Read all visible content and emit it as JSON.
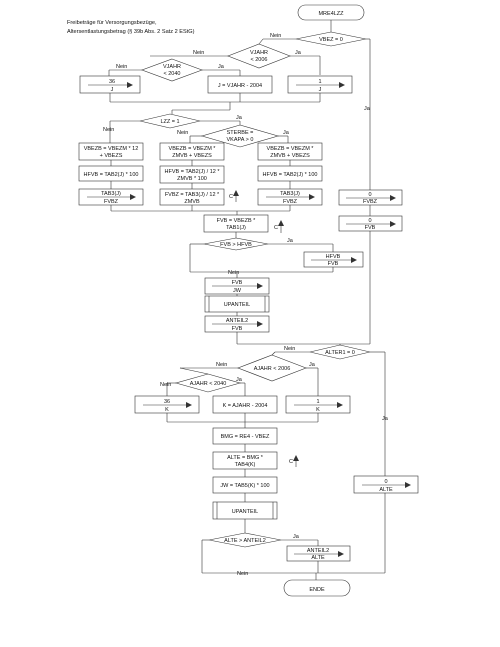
{
  "header": {
    "line1": "Freibeträge für Versorgungsbezüge,",
    "line2": "Altersentlastungsbetrag (§ 39b Abs. 2 Satz 2 EStG)"
  },
  "start": "MRE4LZZ",
  "end": "ENDE",
  "labels": {
    "nein": "Nein",
    "ja": "Ja",
    "c_mark": "C"
  },
  "decisions": {
    "vbez": "VBEZ = 0",
    "vjahr2006_a": "VJAHR",
    "vjahr2006_b": "< 2006",
    "vjahr2040_a": "VJAHR",
    "vjahr2040_b": "< 2040",
    "lzz": "LZZ = 1",
    "sterbe_a": "STERBE =",
    "sterbe_b": "VKAPA > 0",
    "fvb_hfvb": "FVB > HFVB",
    "alter1": "ALTER1 = 0",
    "ajahr2006": "AJAHR < 2006",
    "ajahr2040": "AJAHR < 2040",
    "alte_anteil2": "ALTE > ANTEIL2"
  },
  "boxes": {
    "j36_top": "36",
    "j36_bot": "J",
    "jvjahr": "J = VJAHR - 2004",
    "j1_top": "1",
    "j1_bot": "J",
    "fvbz0_top": "0",
    "fvbz0_bot": "FVBZ",
    "fvb0_top": "0",
    "fvb0_bot": "FVB",
    "vbezb1_a": "VBEZB = VBEZM * 12",
    "vbezb1_b": "+ VBEZS",
    "vbezb2_a": "VBEZB = VBEZM *",
    "vbezb2_b": "ZMVB + VBEZS",
    "vbezb3_a": "VBEZB = VBEZM *",
    "vbezb3_b": "ZMVB + VBEZS",
    "hfvb1": "HFVB = TAB2(J) * 100",
    "hfvb2_a": "HFVB = TAB2(J) / 12 *",
    "hfvb2_b": "ZMVB * 100",
    "hfvb3": "HFVB = TAB2(J) * 100",
    "tab3_1_top": "TAB3(J)",
    "tab3_1_bot": "FVBZ",
    "fvbz2_a": "FVBZ = TAB3(J) / 12 *",
    "fvbz2_b": "ZMVB",
    "tab3_3_top": "TAB3(J)",
    "tab3_3_bot": "FVBZ",
    "fvb_a": "FVB = VBEZB *",
    "fvb_b": "TAB1(J)",
    "hfvb_fvb_top": "HFVB",
    "hfvb_fvb_bot": "FVB",
    "fvb_jw_top": "FVB",
    "fvb_jw_bot": "JW",
    "upanteil1": "UPANTEIL",
    "anteil2_top": "ANTEIL2",
    "anteil2_bot": "FVB",
    "k36_top": "36",
    "k36_bot": "K",
    "kajahr": "K = AJAHR - 2004",
    "k1_top": "1",
    "k1_bot": "K",
    "alte0_top": "0",
    "alte0_bot": "ALTE",
    "bmg": "BMG = RE4 - VBEZ",
    "alte_a": "ALTE = BMG *",
    "alte_b": "TAB4(K)",
    "jw": "JW = TAB5(K) * 100",
    "upanteil2": "UPANTEIL",
    "anteil2_alte_top": "ANTEIL2",
    "anteil2_alte_bot": "ALTE"
  }
}
